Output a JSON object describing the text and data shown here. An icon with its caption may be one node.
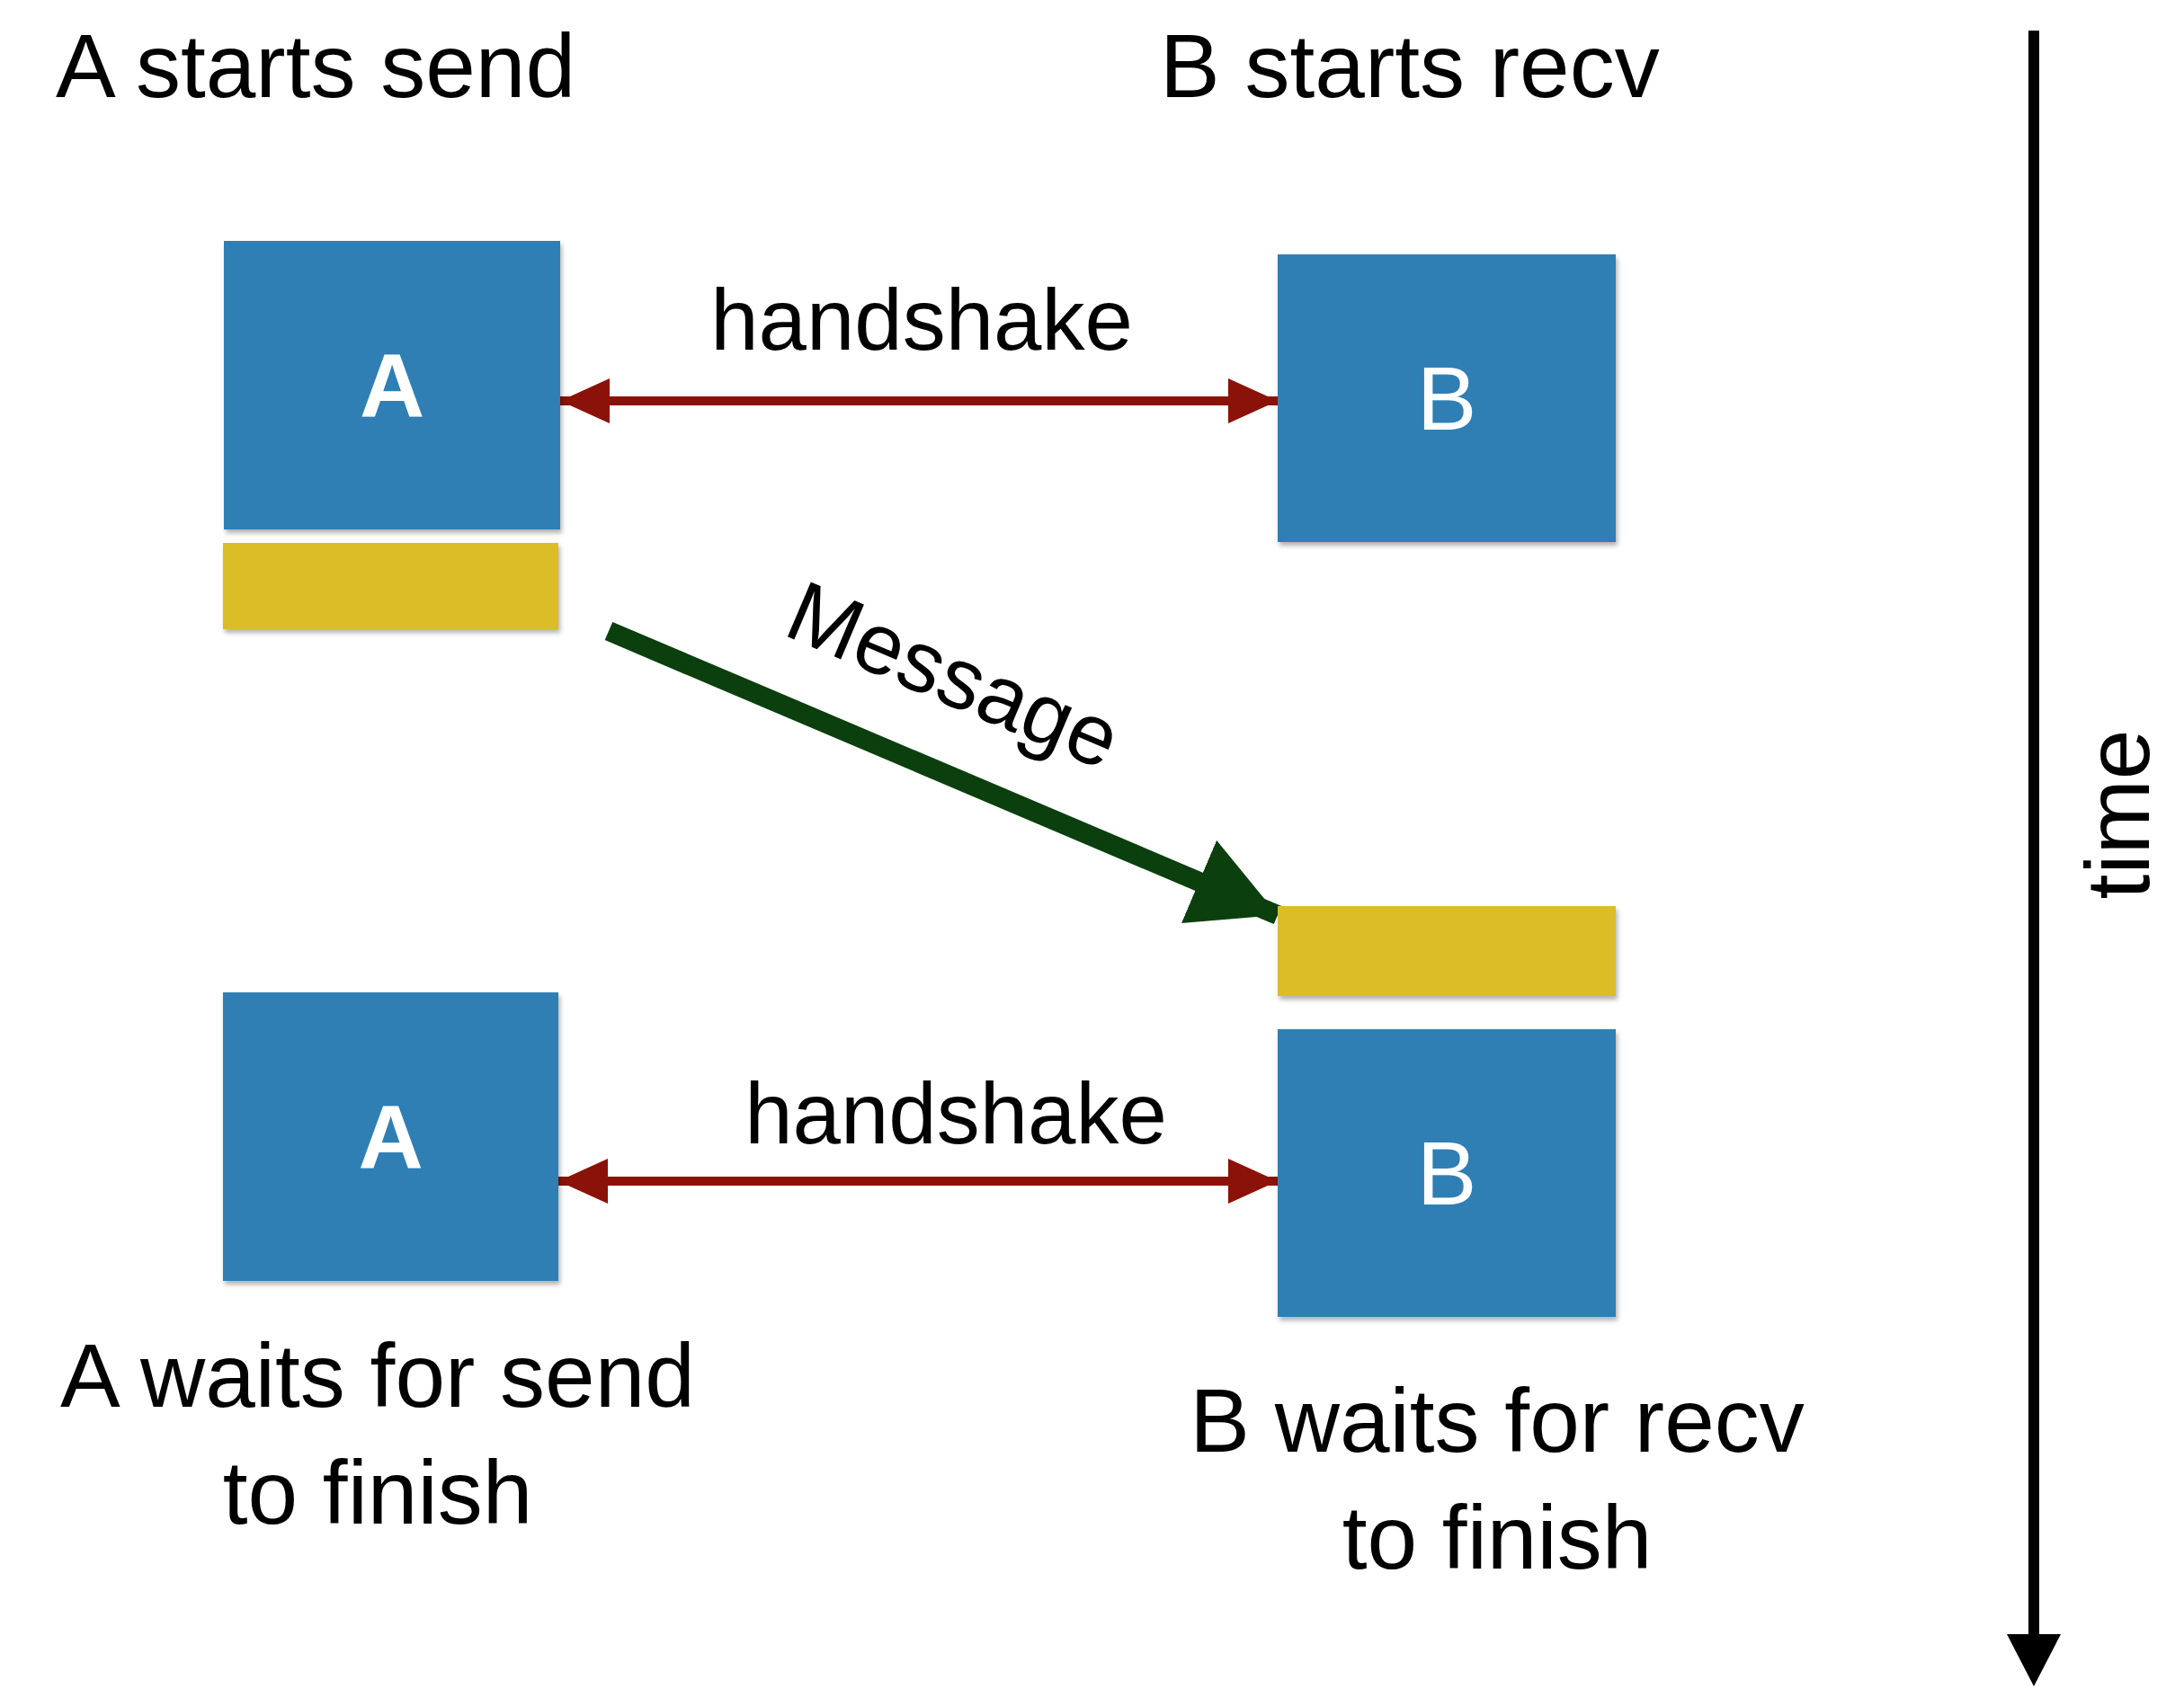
{
  "diagram": {
    "nodes": [
      {
        "text": [
          "A"
        ],
        "beside": [
          "A starts send"
        ]
      },
      {
        "text": [
          "B"
        ],
        "beside": [
          "B starts recv"
        ]
      },
      {
        "text": [],
        "shape": "bar"
      },
      {
        "text": [],
        "shape": "bar"
      },
      {
        "text": [
          "A"
        ],
        "beside": [
          "A waits for send to finish"
        ]
      },
      {
        "text": [
          "B"
        ],
        "beside": [
          "B waits for recv to finish"
        ]
      }
    ],
    "edges": [
      {
        "from": 0,
        "to": 1,
        "arrow": "both",
        "label": "handshake",
        "color": "#8b1208"
      },
      {
        "from": 2,
        "to": 3,
        "arrow": "to",
        "label": "Message",
        "style": "thick",
        "color": "#0b3f0e"
      },
      {
        "from": 4,
        "to": 5,
        "arrow": "both",
        "label": "handshake",
        "color": "#8b1208"
      }
    ],
    "labels": [
      "time"
    ]
  }
}
